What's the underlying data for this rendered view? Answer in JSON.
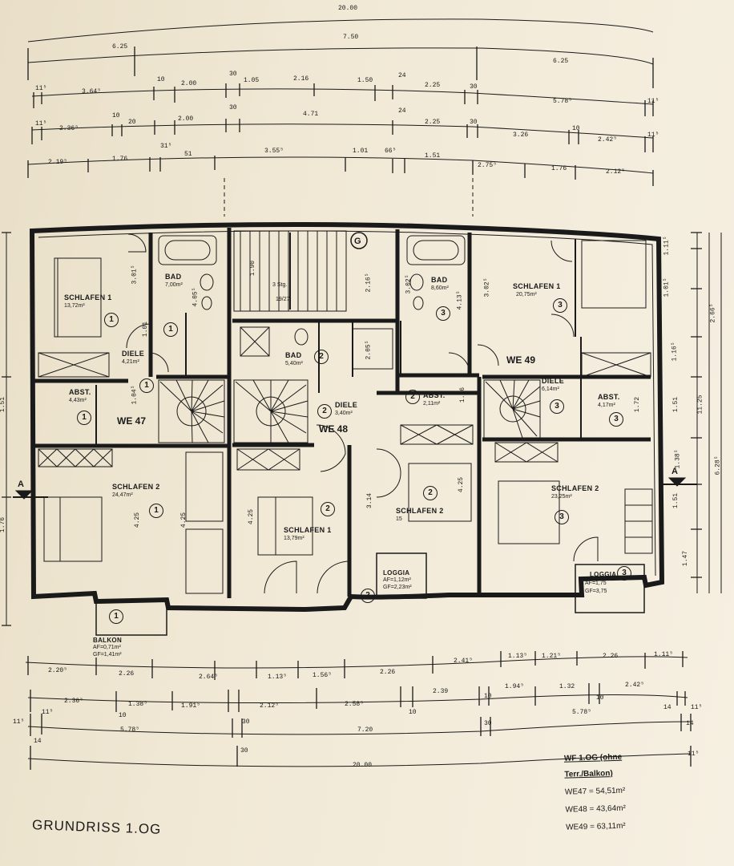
{
  "title": "GRUNDRISS 1.OG",
  "summary": {
    "heading_line1": "WF 1.OG (ohne",
    "heading_line2": "Terr./Balkon)",
    "rows": [
      {
        "unit": "WE47",
        "value": "= 54,51m²"
      },
      {
        "unit": "WE48",
        "value": "= 43,64m²"
      },
      {
        "unit": "WE49",
        "value": "= 63,11m²"
      }
    ]
  },
  "units": {
    "we47": "WE 47",
    "we48": "WE 48",
    "we49": "WE 49"
  },
  "rooms": {
    "schlafen1_47": {
      "name": "SCHLAFEN 1",
      "area": "13,72m²",
      "num": "1"
    },
    "bad_47": {
      "name": "BAD",
      "area": "7,00m²",
      "num": "1"
    },
    "diele_47": {
      "name": "DIELE",
      "area": "4,21m²",
      "num": "1"
    },
    "abst_47": {
      "name": "ABST.",
      "area": "4,43m²",
      "num": "1"
    },
    "schlafen2_47": {
      "name": "SCHLAFEN 2",
      "area": "24,47m²",
      "num": "1"
    },
    "balkon_47": {
      "name": "BALKON",
      "area1": "AF=0,71m²",
      "area2": "GF=1,41m²",
      "num": "1"
    },
    "bad_48": {
      "name": "BAD",
      "area": "5,40m²",
      "num": "2"
    },
    "diele_48": {
      "name": "DIELE",
      "area": "3,40m²",
      "num": "2"
    },
    "abst_48": {
      "name": "ABST.",
      "area": "2,11m²",
      "num": "2"
    },
    "schlafen1_48": {
      "name": "SCHLAFEN 1",
      "area": "13,79m²",
      "num": "2"
    },
    "schlafen2_48": {
      "name": "SCHLAFEN 2",
      "area": "15",
      "num": "2"
    },
    "loggia_48": {
      "name": "LOGGIA",
      "area1": "AF=1,12m²",
      "area2": "GF=2,23m²",
      "num": "2"
    },
    "bad_49": {
      "name": "BAD",
      "area": "8,60m²",
      "num": "3"
    },
    "schlafen1_49": {
      "name": "SCHLAFEN 1",
      "area": "20,75m²",
      "num": "3"
    },
    "diele_49": {
      "name": "DIELE",
      "area": "6,14m²",
      "num": "3"
    },
    "abst_49": {
      "name": "ABST.",
      "area": "4,17m²",
      "num": "3"
    },
    "schlafen2_49": {
      "name": "SCHLAFEN 2",
      "area": "23,25m²",
      "num": "3"
    },
    "loggia_49": {
      "name": "LOGGIA",
      "area1": "AF=1,75",
      "area2": "GF=3,75",
      "num": "3"
    }
  },
  "stair": {
    "g_label": "G",
    "steps_top": "3 Stg.",
    "steps_mid": "19/27"
  },
  "section": {
    "left": "A",
    "right": "A"
  },
  "dims_top": {
    "total": "20.00",
    "r1": [
      "6.25",
      "7.50",
      "6.25"
    ],
    "r2": [
      "11⁵",
      "3.64⁵",
      "10",
      "2.00",
      "30",
      "1.05",
      "2.16",
      "1.50",
      "24",
      "2.25",
      "30",
      "5.78⁵",
      "11⁵"
    ],
    "r3": [
      "11⁵",
      "2.36⁵",
      "10",
      "20",
      "2.00",
      "30",
      "4.71",
      "24",
      "2.25",
      "30",
      "3.26",
      "10",
      "2.42⁵",
      "11⁵"
    ],
    "r4": [
      "2.19⁵",
      "1.76",
      "31⁵",
      "51",
      "3.55⁵",
      "1.01",
      "66⁵",
      "1.51",
      "2.75⁵",
      "1.76",
      "2.12⁵"
    ]
  },
  "dims_bottom": {
    "r1": [
      "2.20⁵",
      "2.26",
      "2.64⁵",
      "1.13⁵",
      "1.56⁵",
      "2.26",
      "2.41⁵",
      "1.13⁵",
      "1.21⁵",
      "2.26",
      "1.11⁵"
    ],
    "r2": [
      "2.36⁵",
      "10",
      "1.38⁵",
      "1.91⁵",
      "2.12⁵",
      "2.58⁵",
      "10",
      "2.39",
      "10",
      "1.94⁵",
      "1.32",
      "10",
      "2.42⁵"
    ],
    "r3": [
      "11⁵",
      "11⁵",
      "5.78⁵",
      "30",
      "7.20",
      "30",
      "5.78⁵",
      "14",
      "11⁵"
    ],
    "r4": [
      "14",
      "30",
      "14",
      "11⁵"
    ],
    "total": "20.00"
  },
  "dims_right": [
    "11.25",
    "1.11⁵",
    "1.01⁵",
    "2.66⁵",
    "1.16⁵",
    "1.51",
    "1.38⁵",
    "1.51",
    "1.47",
    "6.28⁵"
  ],
  "dims_left": [
    "1.51",
    "1.76"
  ],
  "room_dims": [
    "3.01⁵",
    "1.01",
    "1.04⁵",
    "4.25",
    "4.25",
    "4.05⁵",
    "1.90",
    "4.25",
    "3.14",
    "2.05⁵",
    "2.16⁵",
    "3.02⁵",
    "4.13⁵",
    "3.02⁵",
    "1.16",
    "1.72",
    "4.25"
  ]
}
